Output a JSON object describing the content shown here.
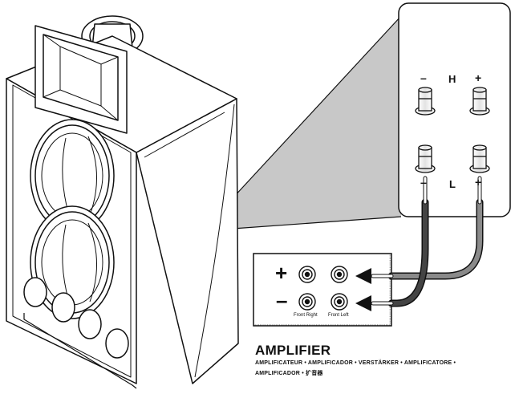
{
  "callout": {
    "minus_top": "–",
    "h_label": "H",
    "plus_top": "+",
    "minus_bottom": "–",
    "l_label": "L",
    "plus_bottom": "+"
  },
  "amplifier": {
    "plus_symbol": "+",
    "minus_symbol": "–",
    "front_right_label": "Front Right",
    "front_left_label": "Front Left",
    "title": "AMPLIFIER",
    "subtitle_line1": "AMPLIFICATEUR • AMPLIFICADOR • VERSTÄRKER • AMPLIFICATORE •",
    "subtitle_line2": "AMPLIFICADOR • 扩音器"
  },
  "colors": {
    "line": "#111111",
    "callout_fill": "#c8c8c8",
    "wire_red": "#8a8a8a",
    "wire_black": "#444444"
  },
  "icons": [
    "speaker-icon",
    "binding-post-icon",
    "rca-jack-icon",
    "arrow-left-icon",
    "wire-icon"
  ]
}
